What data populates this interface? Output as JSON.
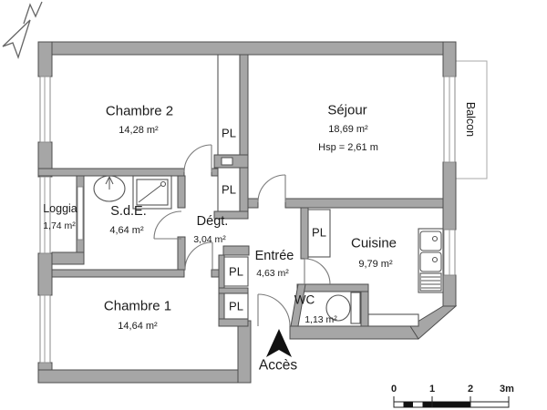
{
  "floor_plan": {
    "rooms": {
      "chambre2": {
        "name": "Chambre 2",
        "area": "14,28 m²"
      },
      "sejour": {
        "name": "Séjour",
        "area": "18,69 m²",
        "ceiling_height": "Hsp = 2,61 m"
      },
      "loggia": {
        "name": "Loggia",
        "area": "1,74 m²"
      },
      "sde": {
        "name": "S.d.E.",
        "area": "4,64 m²"
      },
      "degt": {
        "name": "Dégt.",
        "area": "3,04 m²"
      },
      "entree": {
        "name": "Entrée",
        "area": "4,63 m²"
      },
      "cuisine": {
        "name": "Cuisine",
        "area": "9,79 m²"
      },
      "chambre1": {
        "name": "Chambre 1",
        "area": "14,64 m²"
      },
      "wc": {
        "name": "WC",
        "area": "1,13 m²"
      }
    },
    "labels": {
      "balcony": "Balcon",
      "closet": "PL",
      "access": "Accès"
    },
    "icons": [
      "north-arrow-icon",
      "access-arrow-icon",
      "shower-icon",
      "washbasin-icon",
      "toilet-icon",
      "kitchen-sink-icon"
    ],
    "scale_bar": {
      "ticks": [
        "0",
        "1",
        "2",
        "3m"
      ]
    },
    "colors": {
      "wall_fill": "#a6a6a6",
      "wall_stroke": "#4d4d4d",
      "background": "#ffffff",
      "access_arrow": "#111111"
    }
  }
}
